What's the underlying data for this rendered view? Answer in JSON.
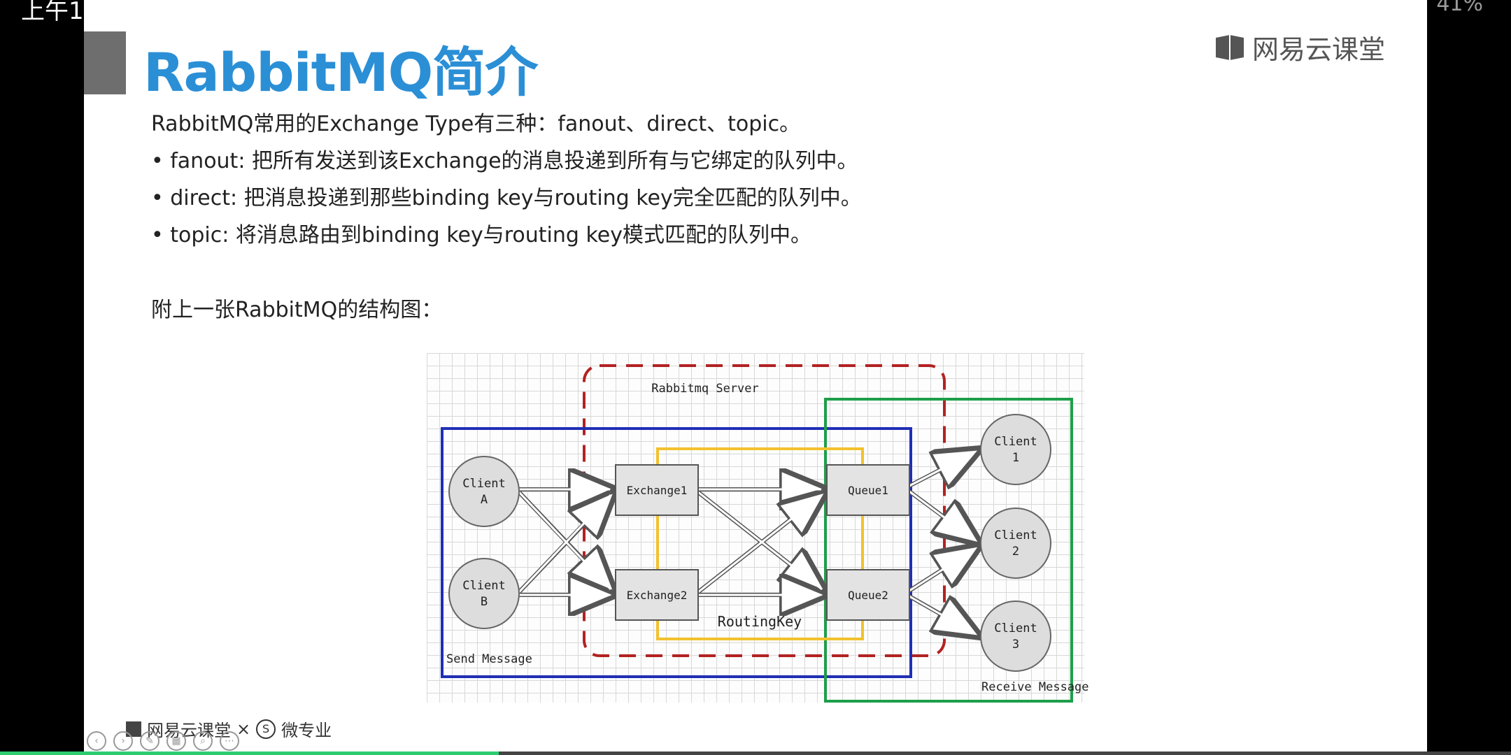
{
  "status_bar": {
    "left": "上午1",
    "right": "41%"
  },
  "slide": {
    "title": "RabbitMQ简介",
    "brand": "网易云课堂",
    "lines": [
      "RabbitMQ常用的Exchange Type有三种：fanout、direct、topic。",
      "• fanout: 把所有发送到该Exchange的消息投递到所有与它绑定的队列中。",
      "• direct: 把消息投递到那些binding key与routing key完全匹配的队列中。",
      "• topic: 将消息路由到binding key与routing key模式匹配的队列中。"
    ],
    "caption": "附上一张RabbitMQ的结构图："
  },
  "diagram": {
    "server_label": "Rabbitmq Server",
    "send_label": "Send Message",
    "receive_label": "Receive Message",
    "routing_label": "RoutingKey",
    "producers": [
      {
        "name": "Client",
        "id": "A"
      },
      {
        "name": "Client",
        "id": "B"
      }
    ],
    "exchanges": [
      "Exchange1",
      "Exchange2"
    ],
    "queues": [
      "Queue1",
      "Queue2"
    ],
    "consumers": [
      {
        "name": "Client",
        "id": "1"
      },
      {
        "name": "Client",
        "id": "2"
      },
      {
        "name": "Client",
        "id": "3"
      }
    ],
    "colors": {
      "server_border": "#b22222",
      "send_border": "#1f2fb5",
      "receive_border": "#1e9e4a",
      "routing_border": "#f2c12e"
    }
  },
  "footer": {
    "brand": "网易云课堂",
    "cross": "×",
    "partner": "微专业",
    "partner_icon": "S"
  },
  "player": {
    "progress": 0.33
  }
}
